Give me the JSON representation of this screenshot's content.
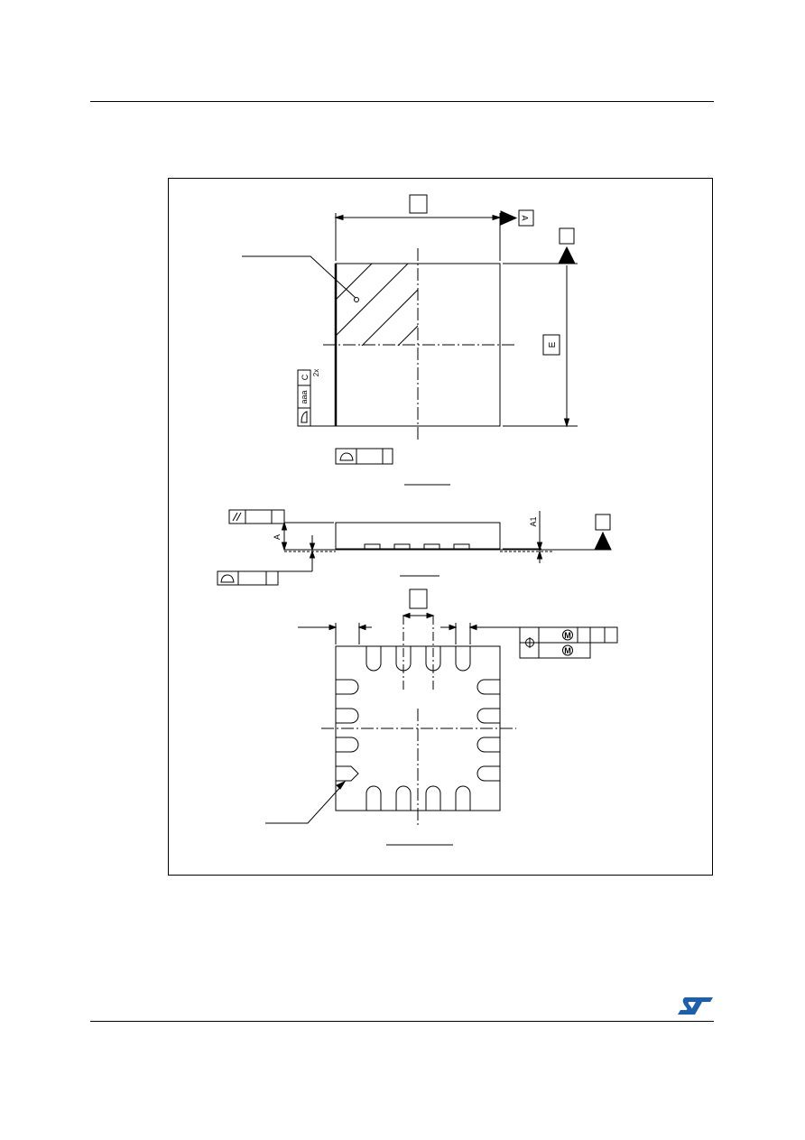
{
  "drawing": {
    "dimension_labels": {
      "top_view_datum": "A",
      "top_view_height": "E",
      "side_view_standoff": "A1",
      "side_view_height": "A"
    },
    "feature_control": {
      "tolerance": "aaa",
      "datum": "C",
      "multiplier": "2x",
      "modifier": "M"
    }
  },
  "colors": {
    "line": "#000000",
    "logo": "#1d5fa8"
  },
  "logo_icon": "st-logo-icon"
}
